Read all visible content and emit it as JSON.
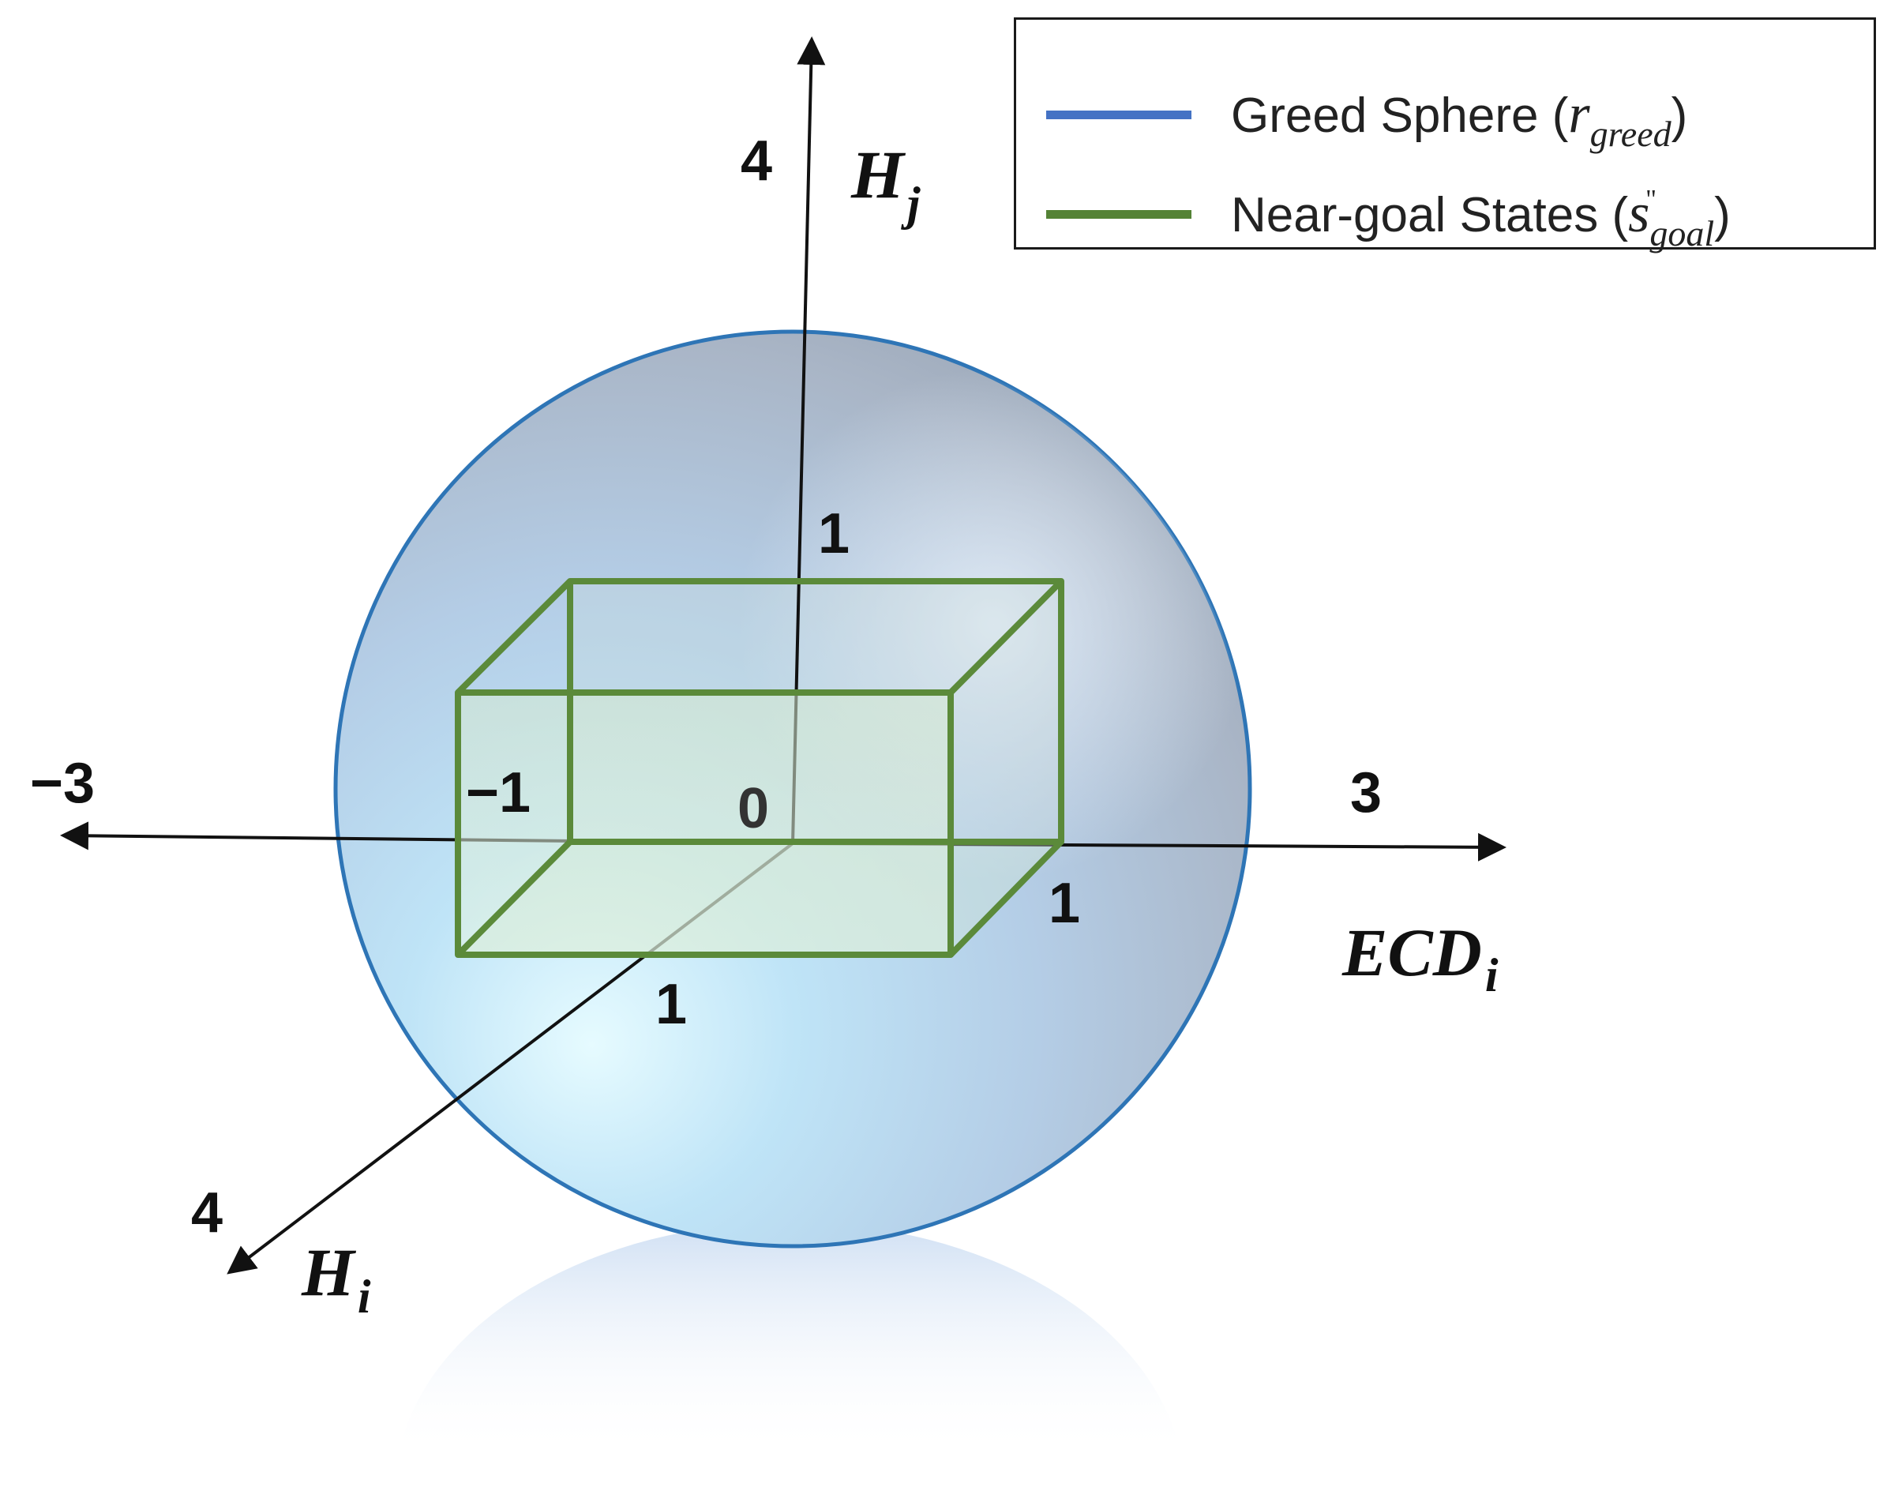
{
  "legend": {
    "items": [
      {
        "label": "Greed Sphere (",
        "symbol": "r",
        "subscript": "greed",
        "suffix": ")",
        "color": "#4472C4"
      },
      {
        "label": "Near-goal States (",
        "symbol": "s",
        "superscript": "\"",
        "subscript": "goal",
        "suffix": ")",
        "color": "#548235"
      }
    ]
  },
  "axes": {
    "vertical": {
      "name": "H",
      "subscript": "j",
      "end_tick": "4"
    },
    "horizontal": {
      "name": "ECD",
      "subscript": "i",
      "pos_tick": "3",
      "neg_tick": "−3"
    },
    "depth": {
      "name": "H",
      "subscript": "i",
      "end_tick": "4"
    }
  },
  "ticks": {
    "origin": "0",
    "hj_one": "1",
    "ecd_one": "1",
    "ecd_minus_one": "−1",
    "hi_one": "1"
  },
  "colors": {
    "sphere_edge": "#2E75B6",
    "box_stroke": "#5B8A3A",
    "axis": "#111111"
  }
}
